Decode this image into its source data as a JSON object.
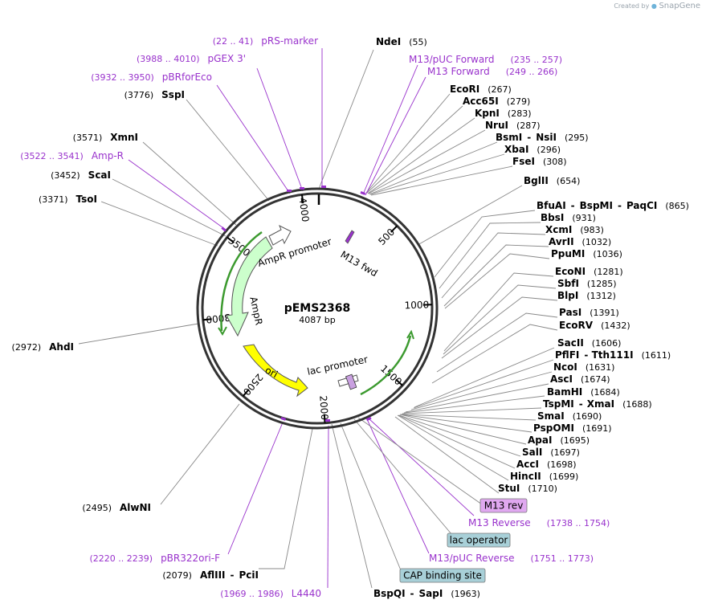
{
  "credit": {
    "text": "Created by",
    "brand": "SnapGene"
  },
  "plasmid": {
    "name": "pEMS2368",
    "length_label": "4087 bp",
    "length": 4087
  },
  "colors": {
    "primer": "#9932cc",
    "ampr_fill": "#ccffcc",
    "ampr_promoter_fill": "#ffffff",
    "ori_fill": "#ffff00",
    "lac_promoter_fill": "#ffffff",
    "feature_box_lavender": "#e0a8f0",
    "feature_box_blue": "#a8d0d8",
    "backbone": "#333333"
  },
  "ticks": [
    "500",
    "1000",
    "1500",
    "2000",
    "2500",
    "3000",
    "3500",
    "4000"
  ],
  "features": {
    "ampr": "AmpR",
    "ampr_promoter": "AmpR promoter",
    "ori": "ori",
    "lac_promoter": "lac promoter",
    "m13fwd": "M13 fwd"
  },
  "right_labels": [
    {
      "name": "NdeI",
      "pos": "(55)"
    },
    {
      "name": "EcoRI",
      "pos": "(267)"
    },
    {
      "name": "Acc65I",
      "pos": "(279)"
    },
    {
      "name": "KpnI",
      "pos": "(283)"
    },
    {
      "name": "NruI",
      "pos": "(287)"
    },
    {
      "name": "BsmI",
      "sep": "-",
      "name2": "NsiI",
      "pos": "(295)"
    },
    {
      "name": "XbaI",
      "pos": "(296)"
    },
    {
      "name": "FseI",
      "pos": "(308)"
    },
    {
      "name": "BglII",
      "pos": "(654)"
    },
    {
      "name": "BfuAI",
      "sep": "-",
      "name2": "BspMI",
      "sep2": "-",
      "name3": "PaqCI",
      "pos": "(865)"
    },
    {
      "name": "BbsI",
      "pos": "(931)"
    },
    {
      "name": "XcmI",
      "pos": "(983)"
    },
    {
      "name": "AvrII",
      "pos": "(1032)"
    },
    {
      "name": "PpuMI",
      "pos": "(1036)"
    },
    {
      "name": "EcoNI",
      "pos": "(1281)"
    },
    {
      "name": "SbfI",
      "pos": "(1285)"
    },
    {
      "name": "BlpI",
      "pos": "(1312)"
    },
    {
      "name": "PasI",
      "pos": "(1391)"
    },
    {
      "name": "EcoRV",
      "pos": "(1432)"
    },
    {
      "name": "SacII",
      "pos": "(1606)"
    },
    {
      "name": "PflFI",
      "sep": "-",
      "name2": "Tth111I",
      "pos": "(1611)"
    },
    {
      "name": "NcoI",
      "pos": "(1631)"
    },
    {
      "name": "AscI",
      "pos": "(1674)"
    },
    {
      "name": "BamHI",
      "pos": "(1684)"
    },
    {
      "name": "TspMI",
      "sep": "-",
      "name2": "XmaI",
      "pos": "(1688)"
    },
    {
      "name": "SmaI",
      "pos": "(1690)"
    },
    {
      "name": "PspOMI",
      "pos": "(1691)"
    },
    {
      "name": "ApaI",
      "pos": "(1695)"
    },
    {
      "name": "SalI",
      "pos": "(1697)"
    },
    {
      "name": "AccI",
      "pos": "(1698)"
    },
    {
      "name": "HincII",
      "pos": "(1699)"
    },
    {
      "name": "StuI",
      "pos": "(1710)"
    },
    {
      "name": "BspQI",
      "sep": "-",
      "name2": "SapI",
      "pos": "(1963)"
    }
  ],
  "left_labels": [
    {
      "name": "SspI",
      "pos": "(3776)"
    },
    {
      "name": "XmnI",
      "pos": "(3571)"
    },
    {
      "name": "ScaI",
      "pos": "(3452)"
    },
    {
      "name": "TsoI",
      "pos": "(3371)"
    },
    {
      "name": "AhdI",
      "pos": "(2972)"
    },
    {
      "name": "AlwNI",
      "pos": "(2495)"
    },
    {
      "name": "AflIII",
      "sep": "-",
      "name2": "PciI",
      "pos": "(2079)"
    }
  ],
  "primers": [
    {
      "name": "pRS-marker",
      "range": "(22 .. 41)"
    },
    {
      "name": "pGEX 3'",
      "range": "(3988 .. 4010)"
    },
    {
      "name": "pBRforEco",
      "range": "(3932 .. 3950)"
    },
    {
      "name": "Amp-R",
      "range": "(3522 .. 3541)"
    },
    {
      "name": "M13/pUC Forward",
      "range": "(235 .. 257)"
    },
    {
      "name": "M13 Forward",
      "range": "(249 .. 266)"
    },
    {
      "name": "M13 Reverse",
      "range": "(1738 .. 1754)"
    },
    {
      "name": "M13/pUC Reverse",
      "range": "(1751 .. 1773)"
    },
    {
      "name": "pBR322ori-F",
      "range": "(2220 .. 2239)"
    },
    {
      "name": "L4440",
      "range": "(1969 .. 1986)"
    }
  ],
  "boxed": [
    {
      "name": "M13 rev"
    },
    {
      "name": "lac operator"
    },
    {
      "name": "CAP binding site"
    }
  ]
}
